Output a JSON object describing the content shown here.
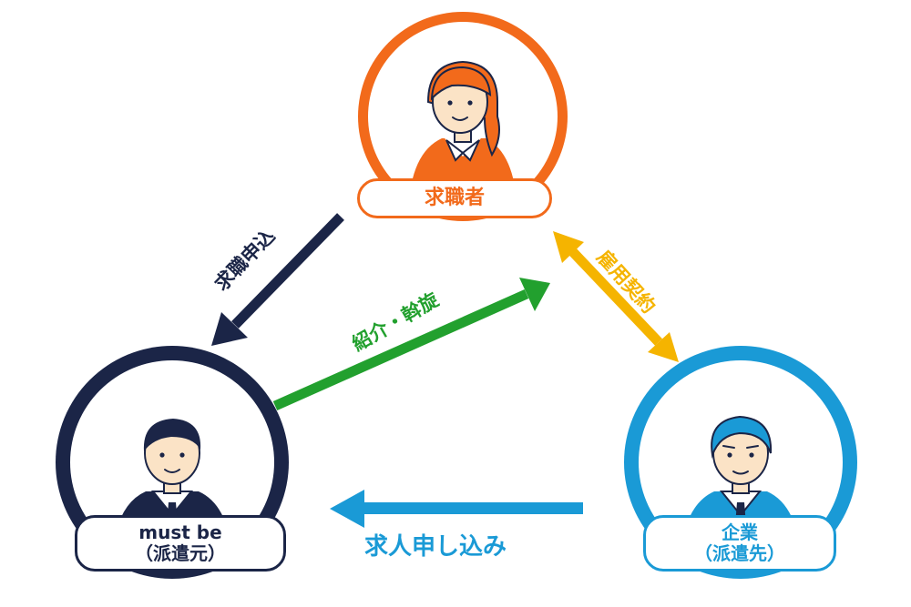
{
  "colors": {
    "seeker": "#f26a1b",
    "must_be": "#1b2547",
    "company": "#1a9ad6",
    "intro_arrow": "#22a02e",
    "employment_arrow": "#f5b400",
    "skin": "#fbe3c6"
  },
  "nodes": {
    "seeker": {
      "label": "求職者",
      "icon": "woman-avatar-icon"
    },
    "must_be": {
      "line1": "must be",
      "line2": "（派遣元）",
      "icon": "man-avatar-icon"
    },
    "company": {
      "line1": "企業",
      "line2": "（派遣先）",
      "icon": "senior-man-avatar-icon"
    }
  },
  "arrows": {
    "job_application": "求職申込",
    "introduction": "紹介・斡旋",
    "employment_contract": "雇用契約",
    "job_request": "求人申し込み"
  }
}
